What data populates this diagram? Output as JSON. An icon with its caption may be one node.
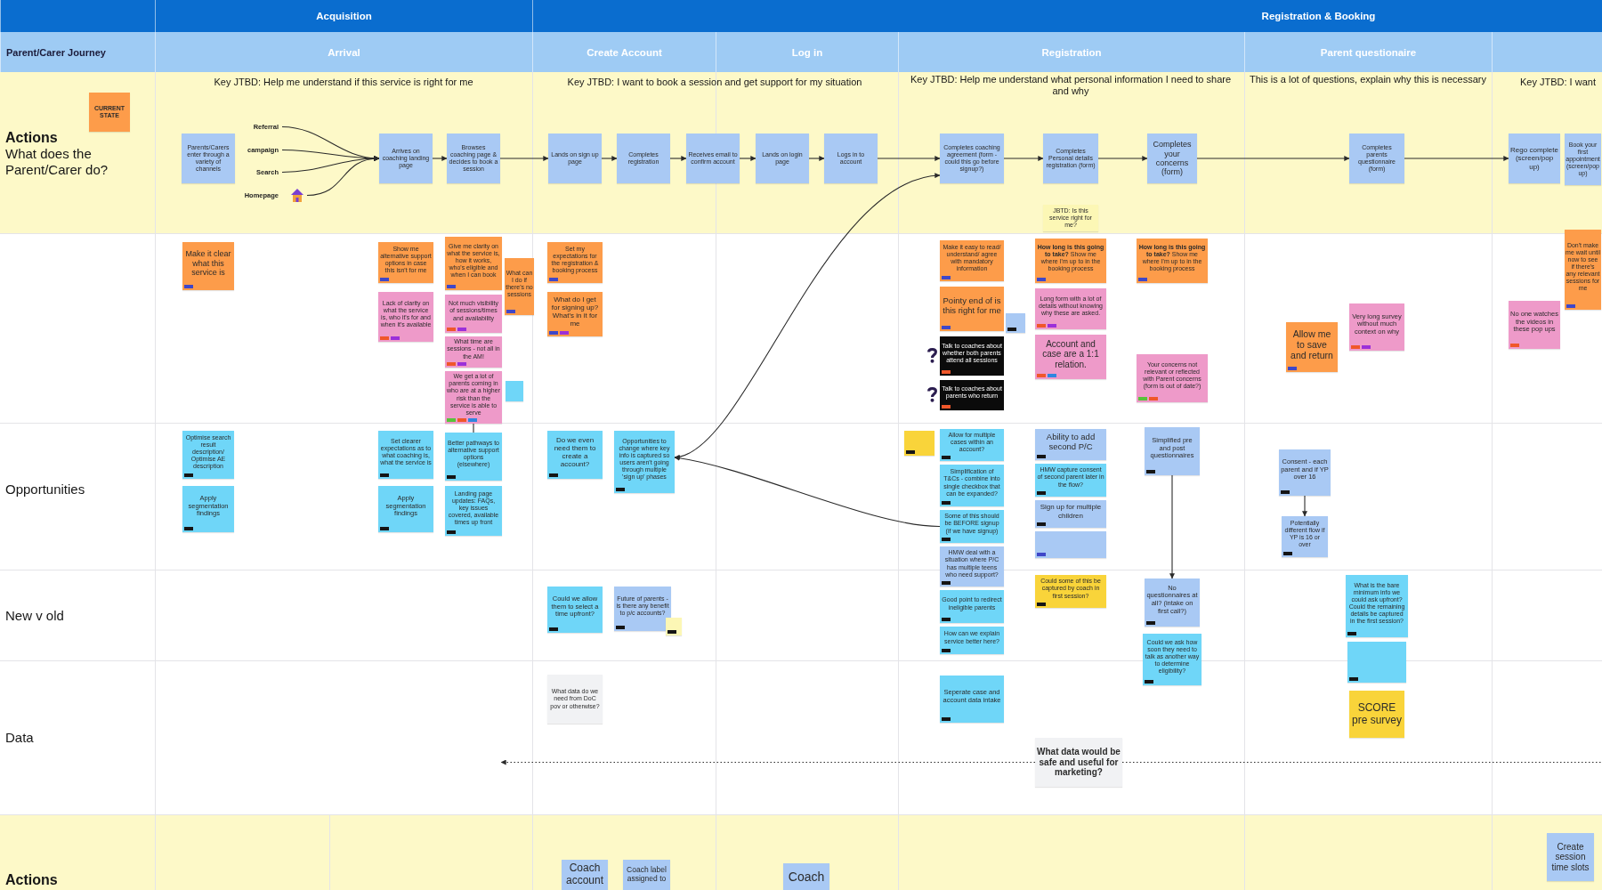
{
  "diagram": {
    "nodes": [
      {
        "text": [
          "Acquisition"
        ]
      },
      {
        "text": [
          "Registration & Booking"
        ]
      },
      {
        "text": [
          "Parent/Carer Journey"
        ]
      },
      {
        "text": [
          "Arrival"
        ]
      },
      {
        "text": [
          "Create Account"
        ]
      },
      {
        "text": [
          "Log in"
        ]
      },
      {
        "text": [
          "Registration"
        ]
      },
      {
        "text": [
          "Parent questionaire"
        ]
      },
      {
        "text": [
          "CURRENT STATE"
        ]
      },
      {
        "text": [
          "Parents/Carers enter through a variety of channels"
        ]
      },
      {
        "text": [
          "Referral"
        ]
      },
      {
        "text": [
          "campaign"
        ]
      },
      {
        "text": [
          "Search"
        ]
      },
      {
        "text": [
          "Homepage"
        ]
      },
      {
        "text": [
          "Arrives on coaching landing page"
        ]
      },
      {
        "text": [
          "Browses coaching page & decides to book a session"
        ]
      },
      {
        "text": [
          "Lands on sign up page"
        ]
      },
      {
        "text": [
          "Completes registration"
        ]
      },
      {
        "text": [
          "Receives email to confirm account"
        ]
      },
      {
        "text": [
          "Lands on login page"
        ]
      },
      {
        "text": [
          "Logs in to account"
        ]
      },
      {
        "text": [
          "Completes coaching agreement (form - could this go before signup?)"
        ]
      },
      {
        "text": [
          "Completes Personal details registration (form)"
        ]
      },
      {
        "text": [
          "Completes your concerns (form)"
        ]
      },
      {
        "text": [
          "Completes parents questionnaire (form)"
        ]
      },
      {
        "text": [
          "Rego complete (screen/pop up)"
        ]
      },
      {
        "text": [
          "Book your first appointment (screen/pop up)"
        ]
      },
      {
        "text": [
          "Make it clear what this service is"
        ]
      },
      {
        "text": [
          "Show me alternative support options in case this isn't for me"
        ]
      },
      {
        "text": [
          "Give me clarity on what the service is, how it works, who's eligible and when I can book"
        ]
      },
      {
        "text": [
          "What can I do if there's no sessions"
        ]
      },
      {
        "text": [
          "Lack of clarity on what the service is, who it's for and when it's available"
        ]
      },
      {
        "text": [
          "Not much visibility of sessions/times and availability"
        ]
      },
      {
        "text": [
          "What time are sessions - not all in the AM!"
        ]
      },
      {
        "text": [
          "We get a lot of parents coming in who are at a higher risk than the service is able to serve"
        ]
      },
      {
        "text": [],
        "shape": "box"
      },
      {
        "text": [
          "Set my expectations for the registration & booking process"
        ]
      },
      {
        "text": [
          "What do I get for signing up? What's in it for me"
        ]
      },
      {
        "text": [
          "Make it easy to read/ understand/ agree with mandatory information"
        ]
      },
      {
        "text": [
          "Pointy end of is this right for me"
        ]
      },
      {
        "text": [],
        "shape": "box"
      },
      {
        "text": [
          "Talk to coaches about whether both parents attend all sessions"
        ]
      },
      {
        "text": [
          "Talk to coaches about parents who return"
        ]
      },
      {
        "text": [
          "JBTD: Is this service right for me?"
        ]
      },
      {
        "text": [
          "**How long is this going to take?** Show me where I'm up to in the booking process"
        ]
      },
      {
        "text": [
          "Long form with a lot of details without knowing why these are asked."
        ]
      },
      {
        "text": [
          "Account and case are a 1:1 relation."
        ]
      },
      {
        "text": [
          "**How long is this going to take?** Show me where I'm up to in the booking process"
        ]
      },
      {
        "text": [
          "Your concerns not relevant or reflected with Parent concerns (form is out of date?)"
        ]
      },
      {
        "text": [
          "Allow me to save and return"
        ]
      },
      {
        "text": [
          "Very long survey without much context on why"
        ]
      },
      {
        "text": [
          "No one watches the videos in these pop ups"
        ]
      },
      {
        "text": [
          "Don't make me wait until now to see if there's any relevant sessions for me"
        ]
      },
      {
        "text": [
          "Optimise search result description/ Optimise AE description"
        ]
      },
      {
        "text": [
          "Apply segmentation findings"
        ]
      },
      {
        "text": [
          "Set clearer expectations as to what coaching is, what the service is"
        ]
      },
      {
        "text": [
          "Apply segmentation findings"
        ]
      },
      {
        "text": [
          "Better pathways to alternative support options (elsewhere)"
        ]
      },
      {
        "text": [
          "Landing page updates: FAQs, key issues covered, available times up front"
        ]
      },
      {
        "text": [
          "Do we even need them to create a account?"
        ]
      },
      {
        "text": [
          "Opportunities to change where key info is captured so users aren't going through multiple 'sign up' phases"
        ]
      },
      {
        "text": [],
        "shape": "box"
      },
      {
        "text": [
          "Allow for multiple cases within an account?"
        ]
      },
      {
        "text": [
          "Simplification of T&Cs - combine into single checkbox that can be expanded?"
        ]
      },
      {
        "text": [
          "Some of this should be BEFORE signup (if we have signup)"
        ]
      },
      {
        "text": [
          "HMW deal with a situation where P/C has multiple teens who need support?"
        ]
      },
      {
        "text": [
          "Ability to add second P/C"
        ]
      },
      {
        "text": [
          "HMW capture consent of second parent later in the flow?"
        ]
      },
      {
        "text": [
          "Sign up for multiple children"
        ]
      },
      {
        "text": [],
        "shape": "box"
      },
      {
        "text": [
          "Simplified pre and post questionnaires"
        ]
      },
      {
        "text": [
          "Consent - each parent and if YP over 16"
        ]
      },
      {
        "text": [
          "Potentially different flow if YP is 16 or over"
        ]
      },
      {
        "text": [
          "Could we allow them to select a time upfront?"
        ]
      },
      {
        "text": [
          "Future of parents - is there any benefit to p/c accounts?"
        ]
      },
      {
        "text": [],
        "shape": "box"
      },
      {
        "text": [
          "Good point to redirect ineligible parents"
        ]
      },
      {
        "text": [
          "How can we explain service better here?"
        ]
      },
      {
        "text": [
          "Could some of this be captured by coach in first session?"
        ]
      },
      {
        "text": [
          "No questionnaires at all? (intake on first call?)"
        ]
      },
      {
        "text": [
          "Could we ask how soon they need to talk as another way to determine eligibility?"
        ]
      },
      {
        "text": [
          "What is the bare minimum info we could ask upfront? Could the remaining details be captured in the first session?"
        ]
      },
      {
        "text": [],
        "shape": "box"
      },
      {
        "text": [
          "What data do we need from DoC pov or otherwise?"
        ]
      },
      {
        "text": [
          "Seperate case and account data intake"
        ]
      },
      {
        "text": [
          "What data would be safe and useful for marketing?"
        ]
      },
      {
        "text": [
          "SCORE pre survey"
        ]
      },
      {
        "text": [
          "Coach account"
        ]
      },
      {
        "text": [
          "Coach label assigned to"
        ]
      },
      {
        "text": [
          "Coach"
        ]
      },
      {
        "text": [
          "Create session time slots"
        ]
      }
    ],
    "edges": [
      {
        "from": 10,
        "to": 14,
        "arrow": "to"
      },
      {
        "from": 11,
        "to": 14,
        "arrow": "to"
      },
      {
        "from": 12,
        "to": 14,
        "arrow": "to"
      },
      {
        "from": 13,
        "to": 14,
        "arrow": "to"
      },
      {
        "from": 14,
        "to": 15,
        "arrow": "to"
      },
      {
        "from": 15,
        "to": 16,
        "arrow": "to"
      },
      {
        "from": 16,
        "to": 17,
        "arrow": "to"
      },
      {
        "from": 17,
        "to": 18,
        "arrow": "to"
      },
      {
        "from": 18,
        "to": 19,
        "arrow": "to"
      },
      {
        "from": 19,
        "to": 20,
        "arrow": "to"
      },
      {
        "from": 20,
        "to": 21,
        "arrow": "to"
      },
      {
        "from": 21,
        "to": 22,
        "arrow": "to"
      },
      {
        "from": 22,
        "to": 23,
        "arrow": "to"
      },
      {
        "from": 23,
        "to": 24,
        "arrow": "to"
      },
      {
        "from": 24,
        "to": 25,
        "arrow": "to"
      },
      {
        "from": 60,
        "to": 21,
        "arrow": "both"
      },
      {
        "from": 64,
        "to": 60,
        "arrow": "to"
      },
      {
        "from": 34,
        "to": 57,
        "arrow": "none"
      },
      {
        "from": 70,
        "to": 79,
        "arrow": "to"
      },
      {
        "from": 71,
        "to": 72,
        "arrow": "to"
      },
      {
        "from": 85,
        "to": null,
        "arrow": "to",
        "style": "dashed"
      },
      {
        "from": 85,
        "to": null,
        "arrow": "none",
        "style": "dashed"
      }
    ],
    "labels": [
      "Key JTBD: Help me understand if this service is right for me",
      "Key JTBD: I want to book a session and get support for my situation",
      "Key JTBD: Help me understand what personal information I need to share and why",
      "This is a lot of questions, explain why this is necessary",
      "Key JTBD: I want",
      "Actions",
      "What does the Parent/Carer do?",
      "Opportunities",
      "New v old",
      "Data",
      "Actions"
    ]
  }
}
